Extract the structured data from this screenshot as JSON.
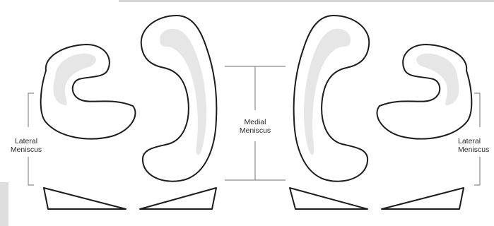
{
  "labels": {
    "lateral_left": "Lateral\nMeniscus",
    "medial": "Medial\nMeniscus",
    "lateral_right": "Lateral\nMeniscus"
  },
  "colors": {
    "outline": "#1c1c1c",
    "shade": "#e6e6e6",
    "bracket": "#8a8a8a",
    "frame": "#cfcfcf"
  }
}
